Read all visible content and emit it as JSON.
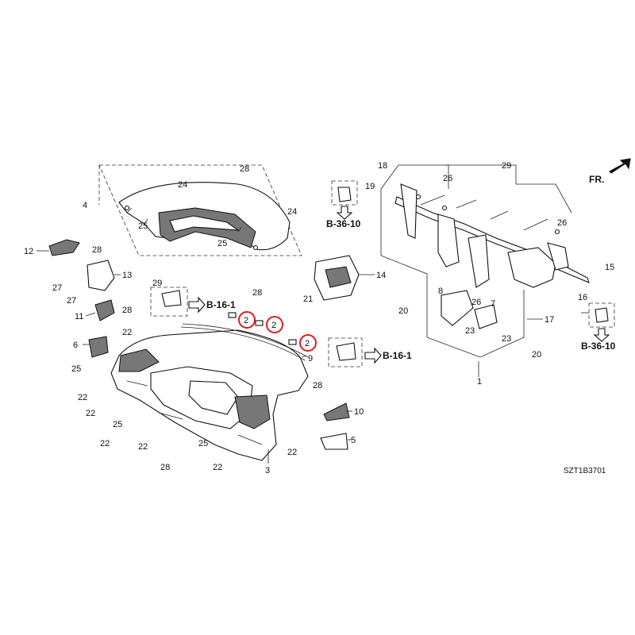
{
  "diagram": {
    "direction_label": "FR.",
    "catalog_code": "SZT1B3701",
    "references": [
      "B-16-1",
      "B-16-1",
      "B-36-10",
      "B-36-10"
    ],
    "callouts": [
      {
        "id": "c1",
        "text": "1"
      },
      {
        "id": "c2a",
        "text": "2",
        "highlighted": true
      },
      {
        "id": "c2b",
        "text": "2",
        "highlighted": true
      },
      {
        "id": "c2c",
        "text": "2",
        "highlighted": true
      },
      {
        "id": "c3",
        "text": "3"
      },
      {
        "id": "c4",
        "text": "4"
      },
      {
        "id": "c5",
        "text": "5"
      },
      {
        "id": "c6",
        "text": "6"
      },
      {
        "id": "c7",
        "text": "7"
      },
      {
        "id": "c8",
        "text": "8"
      },
      {
        "id": "c9",
        "text": "9"
      },
      {
        "id": "c10",
        "text": "10"
      },
      {
        "id": "c11",
        "text": "11"
      },
      {
        "id": "c12",
        "text": "12"
      },
      {
        "id": "c13",
        "text": "13"
      },
      {
        "id": "c14",
        "text": "14"
      },
      {
        "id": "c15",
        "text": "15"
      },
      {
        "id": "c16",
        "text": "16"
      },
      {
        "id": "c17",
        "text": "17"
      },
      {
        "id": "c18",
        "text": "18"
      },
      {
        "id": "c19",
        "text": "19"
      },
      {
        "id": "c20a",
        "text": "20"
      },
      {
        "id": "c20b",
        "text": "20"
      },
      {
        "id": "c21",
        "text": "21"
      },
      {
        "id": "c22a",
        "text": "22"
      },
      {
        "id": "c22b",
        "text": "22"
      },
      {
        "id": "c22c",
        "text": "22"
      },
      {
        "id": "c22d",
        "text": "22"
      },
      {
        "id": "c22e",
        "text": "22"
      },
      {
        "id": "c22f",
        "text": "22"
      },
      {
        "id": "c22g",
        "text": "22"
      },
      {
        "id": "c23a",
        "text": "23"
      },
      {
        "id": "c23b",
        "text": "23"
      },
      {
        "id": "c24a",
        "text": "24"
      },
      {
        "id": "c24b",
        "text": "24"
      },
      {
        "id": "c25a",
        "text": "25"
      },
      {
        "id": "c25b",
        "text": "25"
      },
      {
        "id": "c25c",
        "text": "25"
      },
      {
        "id": "c25d",
        "text": "25"
      },
      {
        "id": "c25e",
        "text": "25"
      },
      {
        "id": "c26a",
        "text": "26"
      },
      {
        "id": "c26b",
        "text": "26"
      },
      {
        "id": "c26c",
        "text": "26"
      },
      {
        "id": "c27a",
        "text": "27"
      },
      {
        "id": "c27b",
        "text": "27"
      },
      {
        "id": "c28a",
        "text": "28"
      },
      {
        "id": "c28b",
        "text": "28"
      },
      {
        "id": "c28c",
        "text": "28"
      },
      {
        "id": "c28d",
        "text": "28"
      },
      {
        "id": "c28e",
        "text": "28"
      },
      {
        "id": "c28f",
        "text": "28"
      },
      {
        "id": "c29a",
        "text": "29"
      },
      {
        "id": "c29b",
        "text": "29"
      }
    ]
  }
}
